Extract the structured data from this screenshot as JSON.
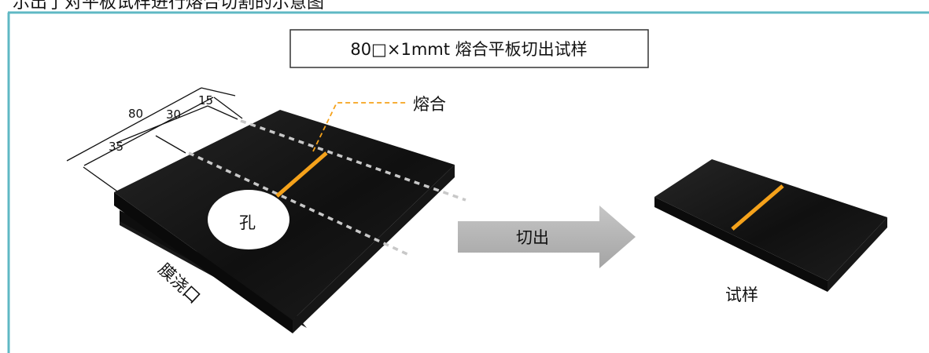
{
  "top_caption_clipped": "示出了对平板试样进行熔合切割的示意图",
  "title": "80□×1mmt 熔合平板切出试样",
  "dimensions": {
    "total": "80",
    "middle": "30",
    "inner": "15",
    "side": "35"
  },
  "labels": {
    "weld": "熔合",
    "hole": "孔",
    "gate": "膜浇口",
    "cut": "切出",
    "specimen": "试样"
  },
  "colors": {
    "frame": "#5fb8c4",
    "plate": "#141414",
    "weld_line": "#f5a21b",
    "cut_line": "#bdbdbd",
    "arrow": "#b3b3b3"
  }
}
